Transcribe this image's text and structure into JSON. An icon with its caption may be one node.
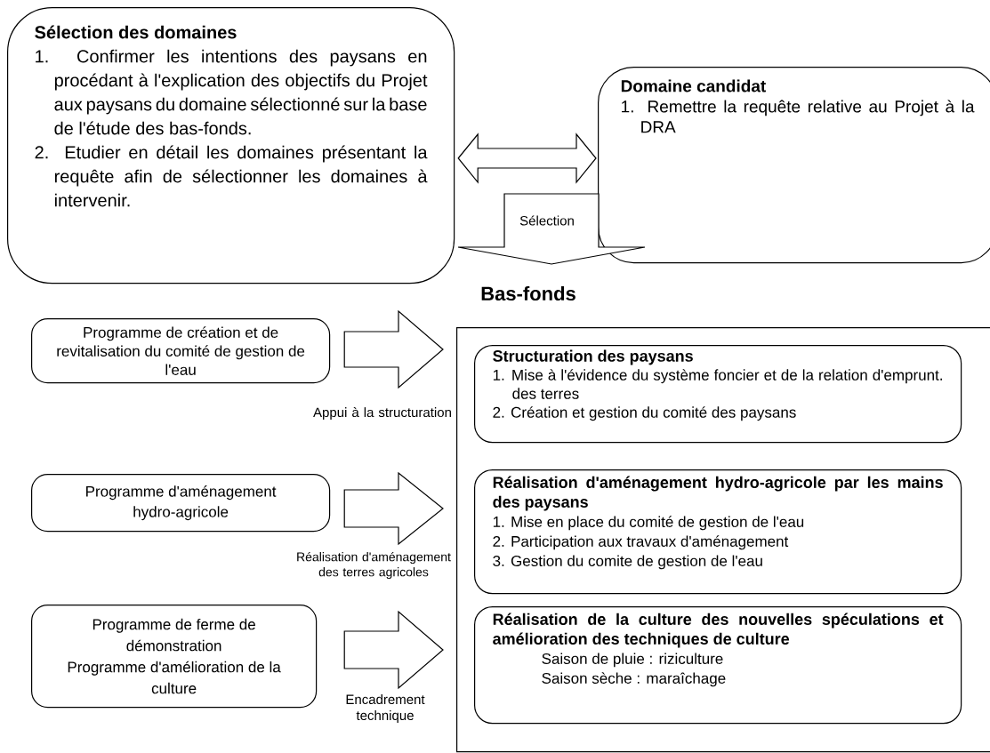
{
  "diagram": {
    "nodes": [
      {
        "text": [
          "Sélection des domaines",
          "1. Confirmer les intentions des paysans en procédant à l'explication des objectifs du Projet aux paysans du domaine sélectionné sur la base de l'étude des bas-fonds.",
          "2. Etudier en détail les domaines présentant la requête afin de sélectionner les domaines à intervenir."
        ]
      },
      {
        "text": [
          "Domaine candidat",
          "1. Remettre la requête relative au Projet à la DRA"
        ]
      },
      {
        "text": [
          "Bas-fonds"
        ]
      },
      {
        "text": [
          "Programme de création et de revitalisation du comité de gestion de l'eau"
        ]
      },
      {
        "text": [
          "Structuration des paysans",
          "1. Mise à l'évidence du système foncier et de la relation d'emprunt. des terres",
          "2. Création et gestion du comité des paysans"
        ],
        "in": 2
      },
      {
        "text": [
          "Programme d'aménagement hydro-agricole"
        ]
      },
      {
        "text": [
          "Réalisation d'aménagement hydro-agricole par les mains des paysans",
          "1. Mise en place du comité de gestion de l'eau",
          "2. Participation aux travaux d'aménagement",
          "3. Gestion du comite de gestion de l'eau"
        ],
        "in": 2
      },
      {
        "text": [
          "Programme de ferme de démonstration",
          "Programme d'amélioration de la culture"
        ]
      },
      {
        "text": [
          "Réalisation de la culture des nouvelles spéculations et amélioration des techniques de culture",
          "Saison de pluie : riziculture",
          "Saison sèche : maraîchage"
        ],
        "in": 2
      }
    ],
    "edges": [
      {
        "from": 0,
        "to": 1,
        "arrow": "both"
      },
      {
        "from": null,
        "to": 2,
        "arrow": "to",
        "label": "Sélection"
      },
      {
        "from": 3,
        "to": 4,
        "arrow": "to",
        "label": "Appui à la structuration"
      },
      {
        "from": 5,
        "to": 6,
        "arrow": "to",
        "label": "Réalisation d'aménagement des terres agricoles"
      },
      {
        "from": 7,
        "to": 8,
        "arrow": "to",
        "label": "Encadrement technique"
      }
    ]
  }
}
